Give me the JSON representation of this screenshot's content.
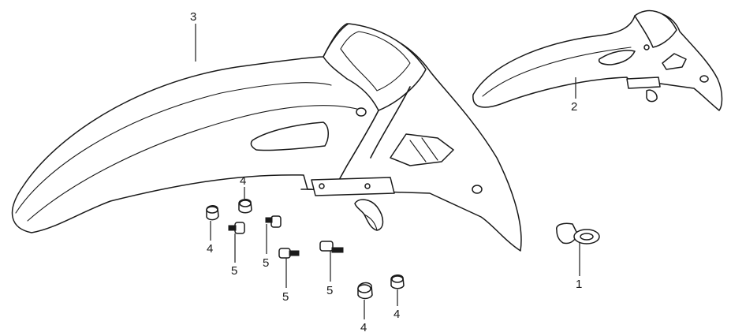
{
  "callouts": {
    "rear_fender": "3",
    "front_fender": "2",
    "grommet": "1",
    "nut_a": "4",
    "nut_b": "4",
    "nut_c": "4",
    "nut_d": "4",
    "bolt_a": "5",
    "bolt_b": "5",
    "bolt_c": "5",
    "bolt_d": "5"
  }
}
